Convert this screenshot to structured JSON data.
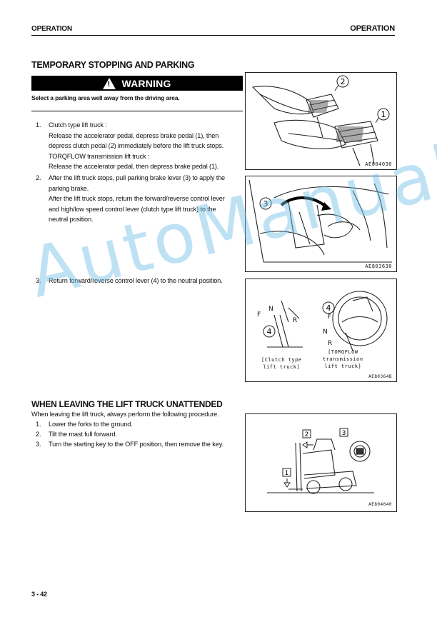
{
  "header": {
    "left": "OPERATION",
    "right": "OPERATION"
  },
  "section1": {
    "title": "TEMPORARY STOPPING AND PARKING",
    "warning_label": "WARNING",
    "warning_text": "Select a parking area well away from the driving area.",
    "steps": [
      {
        "num": "1.",
        "lines": [
          "Clutch type lift truck :",
          "Release the accelerator pedal, depress brake pedal (1), then",
          "depress clutch pedal (2) immediately before the lift truck stops.",
          "TORQFLOW transmission lift truck :",
          "Release the accelerator pedal, then depress brake pedal (1)."
        ]
      },
      {
        "num": "2.",
        "lines": [
          "After the lift truck stops, pull parking brake lever (3) to apply the",
          "parking brake.",
          "After the lift truck stops, return the forward/reverse control lever",
          "and high/low speed control lever (clutch type lift truck) to the",
          "neutral position."
        ]
      },
      {
        "num": "3.",
        "lines": [
          "Return forward/reverse control lever (4) to the neutral position."
        ]
      }
    ],
    "figures": {
      "fig1": {
        "caption": "AE804030",
        "callouts": [
          "2",
          "1"
        ]
      },
      "fig2": {
        "caption": "AE803630",
        "callouts": [
          "3"
        ]
      },
      "fig3": {
        "caption": "AE80364B",
        "callouts": [
          "4",
          "4"
        ],
        "left_letters": [
          "F",
          "N",
          "R"
        ],
        "right_letters": [
          "F",
          "N",
          "R"
        ],
        "left_label": [
          "[Clutch type",
          "lift truck]"
        ],
        "right_label": [
          "[TORQFLOW",
          "transmission",
          "lift truck]"
        ]
      }
    }
  },
  "section2": {
    "title": "WHEN LEAVING THE LIFT TRUCK UNATTENDED",
    "intro": "When leaving the lift truck, always perform the following procedure.",
    "steps": [
      {
        "num": "1.",
        "text": "Lower the forks to the ground."
      },
      {
        "num": "2.",
        "text": "Tilt the mast full forward."
      },
      {
        "num": "3.",
        "text": "Turn the starting key to the OFF position, then remove the key."
      }
    ],
    "figure": {
      "caption": "AE804040",
      "callouts": [
        "1",
        "2",
        "3"
      ]
    }
  },
  "footer": {
    "page": "3 - 42"
  },
  "watermark": "AutoManual",
  "colors": {
    "watermark": "#6ebee6",
    "ink": "#111111"
  }
}
